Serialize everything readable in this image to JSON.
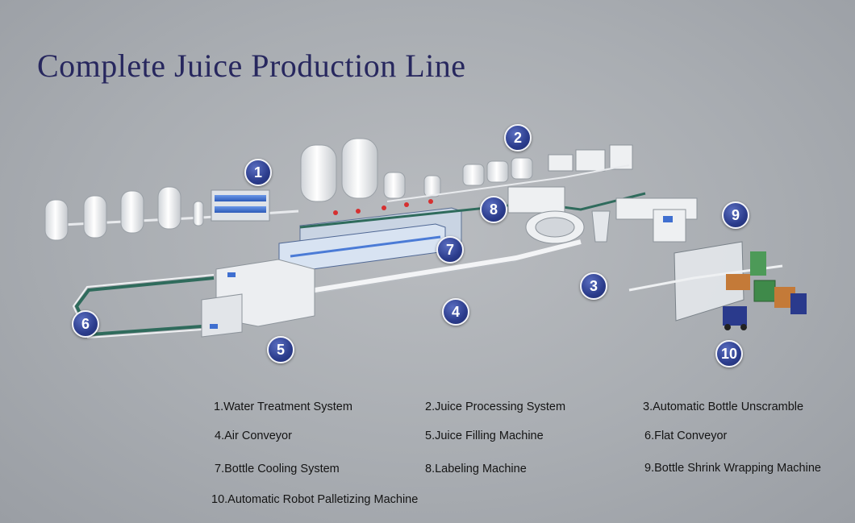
{
  "title": "Complete Juice Production Line",
  "badges": {
    "b1": "1",
    "b2": "2",
    "b3": "3",
    "b4": "4",
    "b5": "5",
    "b6": "6",
    "b7": "7",
    "b8": "8",
    "b9": "9",
    "b10": "10"
  },
  "legend": [
    "1.Water Treatment System",
    "2.Juice Processing System",
    "3.Automatic Bottle Unscramble",
    "4.Air Conveyor",
    "5.Juice Filling Machine",
    "6.Flat Conveyor",
    "7.Bottle Cooling System",
    "8.Labeling Machine",
    "9.Bottle Shrink Wrapping Machine",
    "10.Automatic Robot Palletizing Machine"
  ],
  "colors": {
    "title": "#27275e",
    "badge": "#2b3c8c",
    "tank": "#f4f5f7",
    "machine_blue": "#3f6fd0",
    "conveyor": "#f2f3f5",
    "forklift": "#2a3a8c"
  }
}
